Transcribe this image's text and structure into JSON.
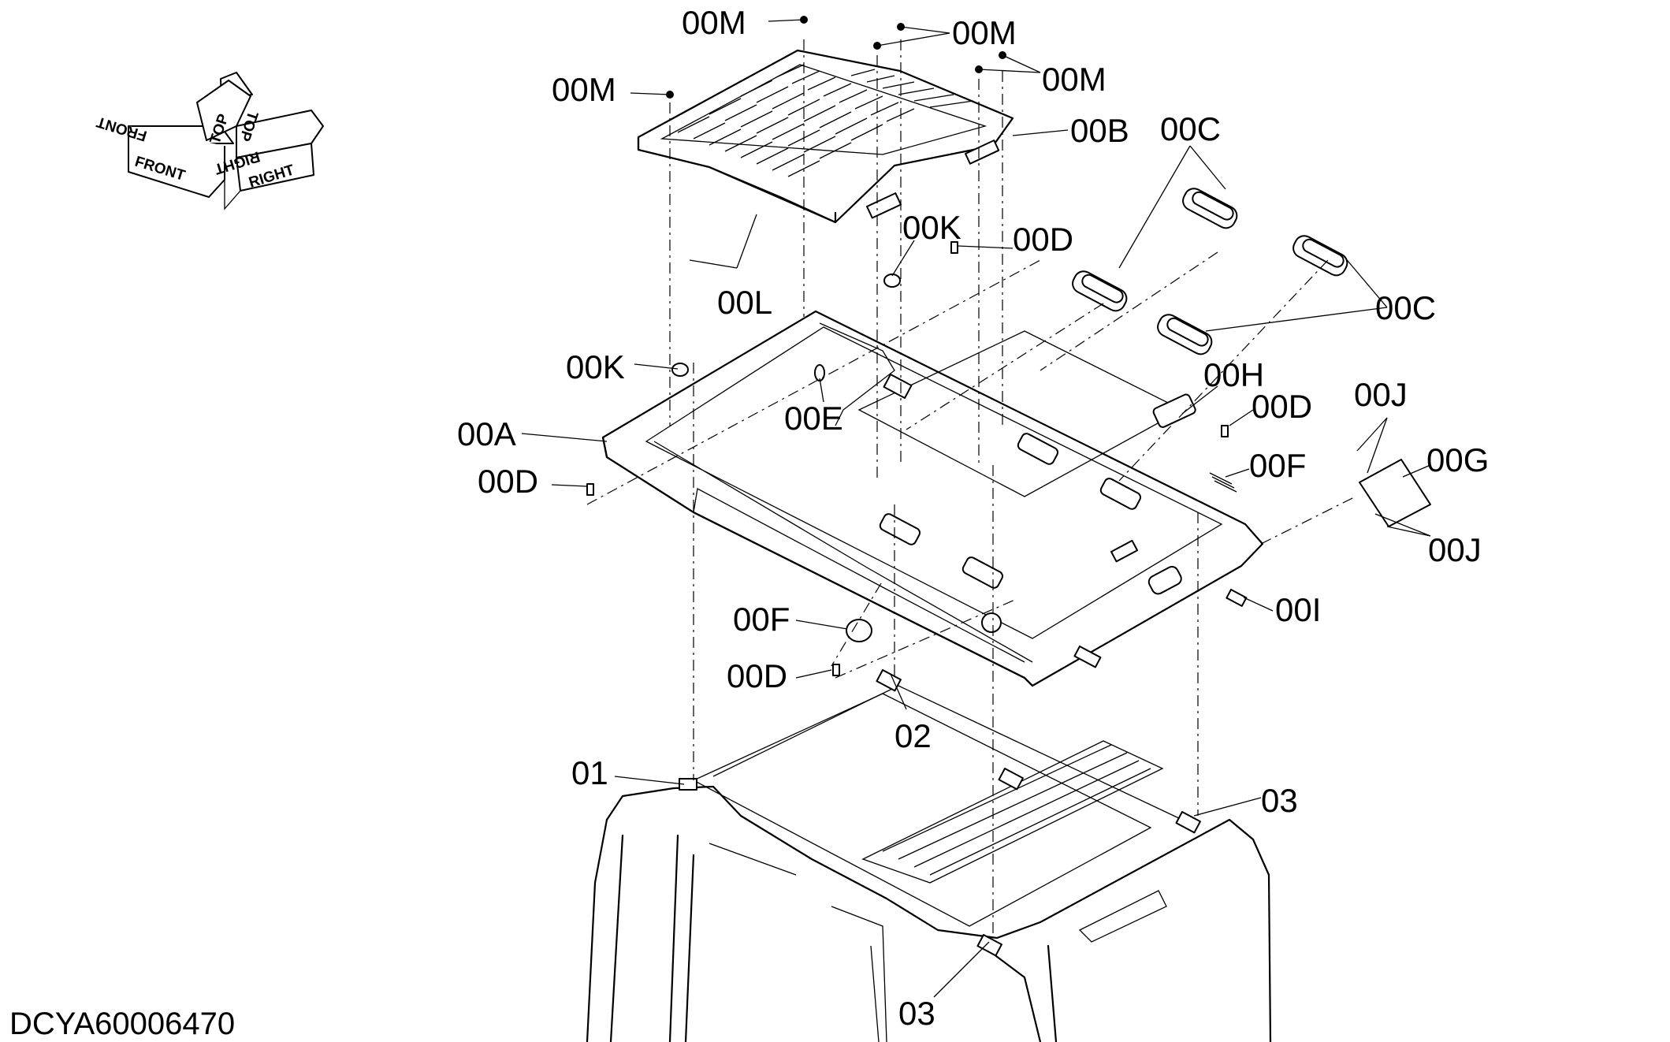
{
  "drawing_code": "DCYA60006470",
  "orientation_labels": {
    "front": "FRONT",
    "top": "TOP",
    "right": "RIGHT"
  },
  "callouts": {
    "m1": "00M",
    "m2": "00M",
    "m3": "00M",
    "m4": "00M",
    "b": "00B",
    "c1": "00C",
    "c2": "00C",
    "k1": "00K",
    "k2": "00K",
    "d1": "00D",
    "d2": "00D",
    "d3": "00D",
    "d4": "00D",
    "l": "00L",
    "h": "00H",
    "j1": "00J",
    "j2": "00J",
    "g": "00G",
    "e": "00E",
    "a": "00A",
    "f1": "00F",
    "f2": "00F",
    "i": "00I",
    "p02": "02",
    "p01": "01",
    "p03a": "03",
    "p03b": "03"
  }
}
